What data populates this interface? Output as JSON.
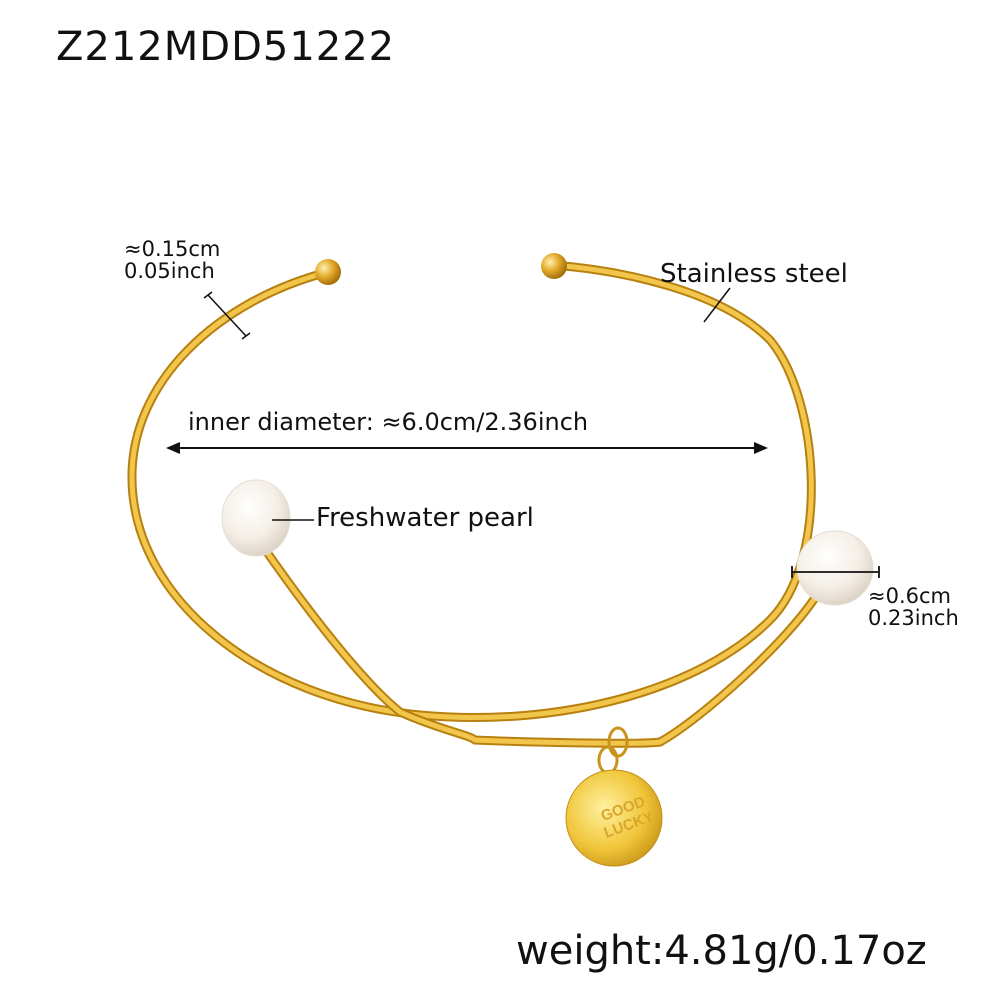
{
  "product": {
    "sku": "Z212MDD51222",
    "material_label": "Stainless steel",
    "pearl_label": "Freshwater pearl",
    "inner_diameter_label": "inner diameter: ≈6.0cm/2.36inch",
    "wire_thickness": {
      "cm": "≈0.15cm",
      "inch": "0.05inch"
    },
    "pearl_size": {
      "cm": "≈0.6cm",
      "inch": "0.23inch"
    },
    "charm_text": {
      "line1": "GOOD",
      "line2": "LUCKY"
    },
    "weight_label": "weight:4.81g/0.17oz"
  },
  "colors": {
    "gold": "#e3a92a",
    "gold_dark": "#b7800f",
    "gold_light": "#f7d66b",
    "pearl": "#f6f1ea",
    "text": "#111111"
  }
}
